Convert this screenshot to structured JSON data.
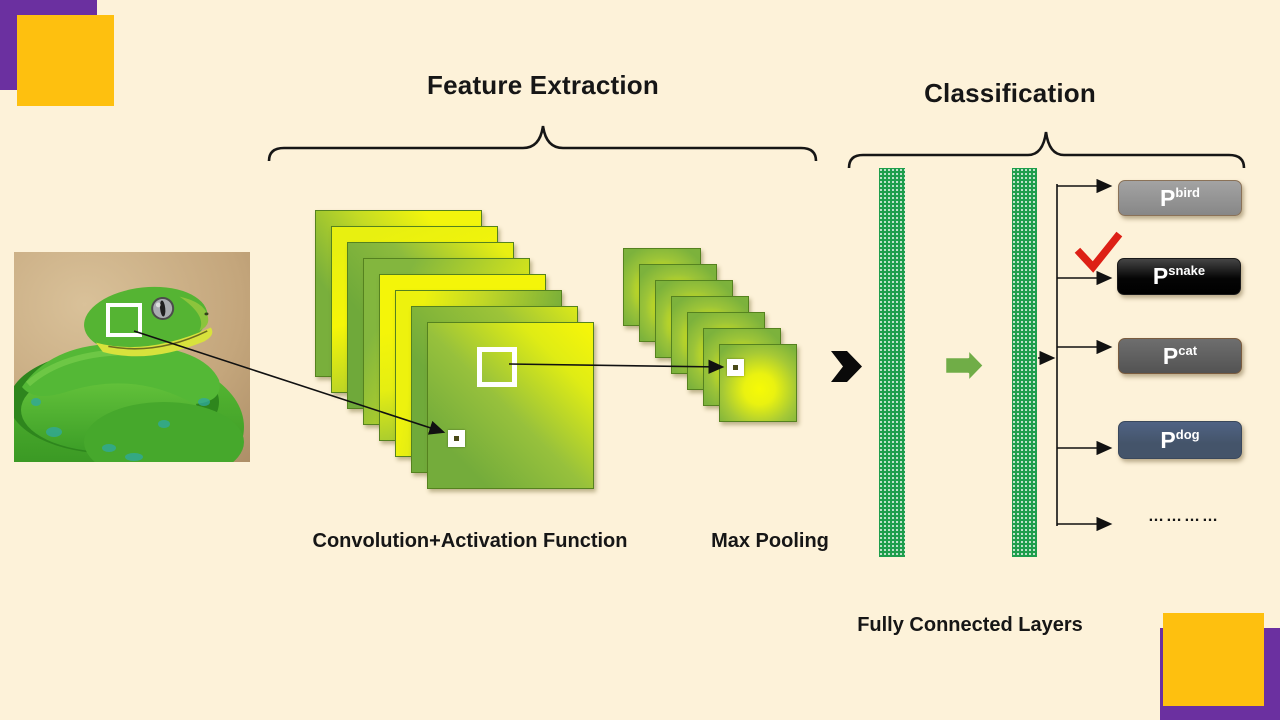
{
  "slide": {
    "background_color": "#FDF2D9",
    "accent_colors": {
      "corner_purple": "#6B30A0",
      "corner_yellow": "#FEC00F",
      "fc_bar_green": "#1E9E4C",
      "arrow_green": "#70AD47",
      "check_red": "#DD2016"
    },
    "sections": {
      "feature_extraction": {
        "title": "Feature Extraction"
      },
      "classification": {
        "title": "Classification"
      }
    },
    "stage_labels": {
      "convolution": "Convolution+Activation Function",
      "max_pooling": "Max Pooling",
      "fully_connected": "Fully Connected Layers"
    },
    "outputs": [
      {
        "prefix": "P",
        "sup": "bird"
      },
      {
        "prefix": "P",
        "sup": "snake",
        "marked_correct": true
      },
      {
        "prefix": "P",
        "sup": "cat"
      },
      {
        "prefix": "P",
        "sup": "dog"
      }
    ],
    "more_classes_ellipsis": "…………",
    "input_image_alt": "green snake photo"
  }
}
